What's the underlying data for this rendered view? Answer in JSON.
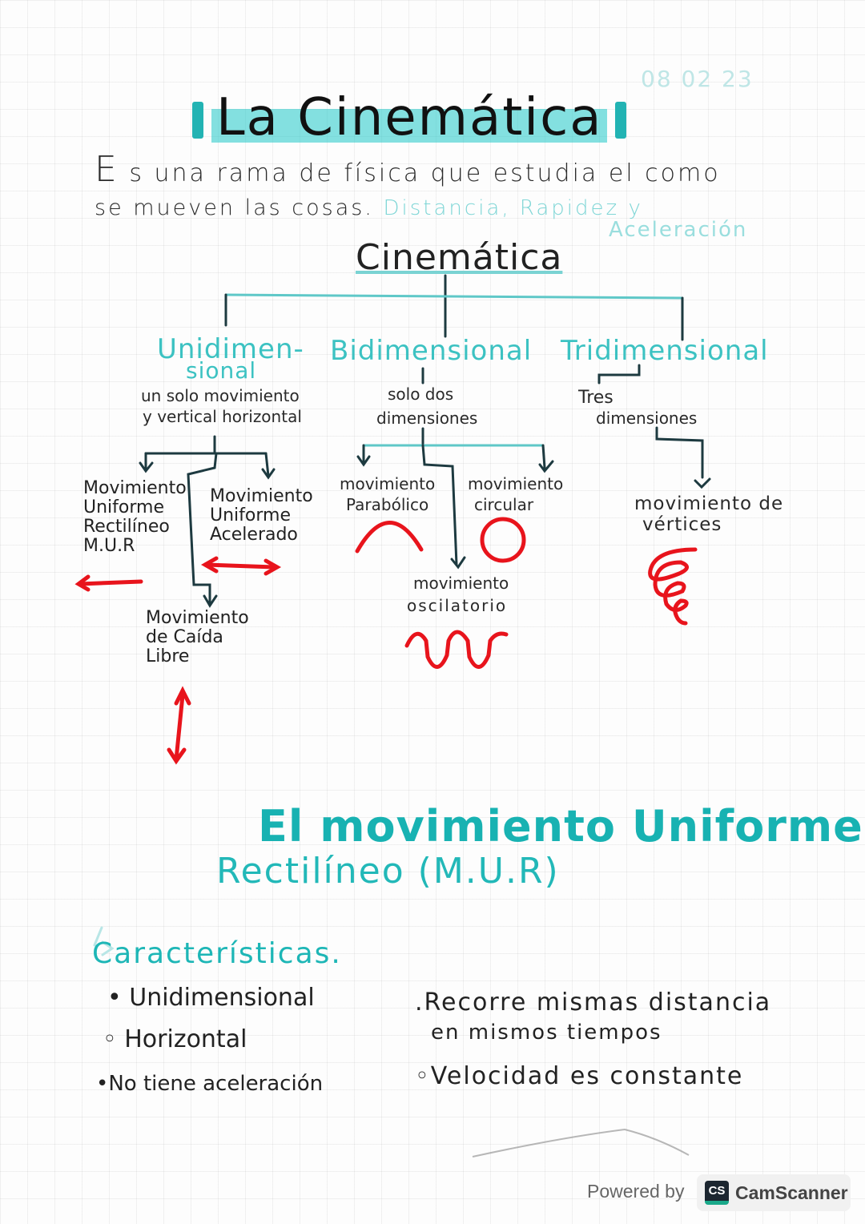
{
  "page": {
    "date": "08 02 23",
    "title": "La Cinemática",
    "intro": {
      "first_letter": "E",
      "line1": "s una rama de física que estudia el como",
      "line2": "se mueven las cosas.",
      "line2_teal": "Distancia, Rapidez y",
      "line3_teal": "Aceleración"
    },
    "concept_map": {
      "root": "Cinemática",
      "branches": [
        {
          "label": "Unidimen-",
          "label_cont": "sional",
          "description_line1": "un solo movimiento",
          "description_line2": "y vertical horizontal",
          "children": [
            {
              "label": "Movimiento Uniforme Rectilíneo M.U.R",
              "icon": "left-arrow-icon"
            },
            {
              "label": "Movimiento Uniforme Acelerado",
              "icon": "double-horizontal-arrow-icon"
            },
            {
              "label": "Movimiento de Caída Libre",
              "icon": "double-vertical-arrow-icon"
            }
          ]
        },
        {
          "label": "Bidimensional",
          "description_line1": "solo dos",
          "description_line2": "dimensiones",
          "children": [
            {
              "label_line1": "movimiento",
              "label_line2": "Parabólico",
              "icon": "parabola-arc-icon"
            },
            {
              "label_line1": "movimiento",
              "label_line2": "circular",
              "icon": "circle-icon"
            },
            {
              "label_line1": "movimiento",
              "label_line2": "oscilatorio",
              "icon": "wave-icon"
            }
          ]
        },
        {
          "label": "Tridimensional",
          "description_line1": "Tres",
          "description_line2": "dimensiones",
          "children": [
            {
              "label_line1": "movimiento de",
              "label_line2": "vértices",
              "icon": "spiral-icon"
            }
          ]
        }
      ]
    },
    "section": {
      "title_line1": "El movimiento Uniforme",
      "title_line2": "Rectilíneo (M.U.R)",
      "subheading": "Características.",
      "left_bullets": [
        "Unidimensional",
        "Horizontal",
        "No tiene aceleración"
      ],
      "right_bullets": [
        {
          "line1": "Recorre mismas distancia",
          "line2": "en mismos tiempos"
        },
        {
          "line1": "Velocidad es constante"
        }
      ]
    }
  },
  "watermark": {
    "powered_by": "Powered by",
    "logo_text": "CS",
    "brand": "CamScanner"
  },
  "colors": {
    "teal": "#1fb7b7",
    "red": "#e8141c",
    "ink": "#222222"
  }
}
